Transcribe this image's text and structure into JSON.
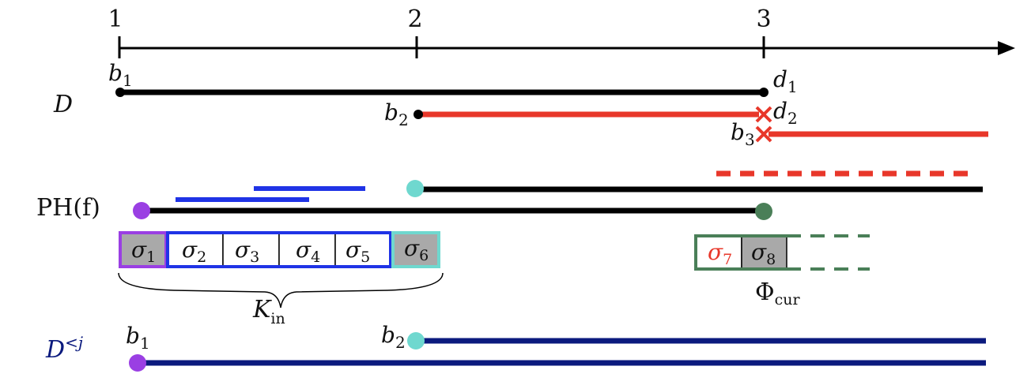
{
  "axis": {
    "ticks": [
      {
        "label": "1",
        "value": 1
      },
      {
        "label": "2",
        "value": 2
      },
      {
        "label": "3",
        "value": 3
      }
    ]
  },
  "diagram_D": {
    "row_label": "D",
    "bar1": {
      "start_label": "b",
      "start_sub": "1",
      "end_label": "d",
      "end_sub": "1",
      "color": "#000000"
    },
    "bar2": {
      "start_label": "b",
      "start_sub": "2",
      "end_label": "d",
      "end_sub": "2",
      "color": "#e8372a"
    },
    "bar3": {
      "start_label": "b",
      "start_sub": "3",
      "color": "#e8372a"
    }
  },
  "ph": {
    "row_label": "PH(f)",
    "colors": {
      "purple": "#9a3fe3",
      "blue": "#1f33e6",
      "cyan": "#6fd8cf",
      "green": "#4a7f58",
      "red": "#e8372a",
      "black": "#000000"
    }
  },
  "cells": {
    "sigma1": {
      "base": "σ",
      "sub": "1"
    },
    "sigma2": {
      "base": "σ",
      "sub": "2"
    },
    "sigma3": {
      "base": "σ",
      "sub": "3"
    },
    "sigma4": {
      "base": "σ",
      "sub": "4"
    },
    "sigma5": {
      "base": "σ",
      "sub": "5"
    },
    "sigma6": {
      "base": "σ",
      "sub": "6"
    },
    "sigma7": {
      "base": "σ",
      "sub": "7"
    },
    "sigma8": {
      "base": "σ",
      "sub": "8"
    }
  },
  "k_in": {
    "base": "K",
    "sub": "in"
  },
  "phi_cur": {
    "base": "Φ",
    "sub": "cur"
  },
  "d_less": {
    "base": "D",
    "sup": "<j",
    "color": "#0b1a7e",
    "bar1": {
      "label": "b",
      "sub": "1"
    },
    "bar2": {
      "label": "b",
      "sub": "2"
    }
  }
}
